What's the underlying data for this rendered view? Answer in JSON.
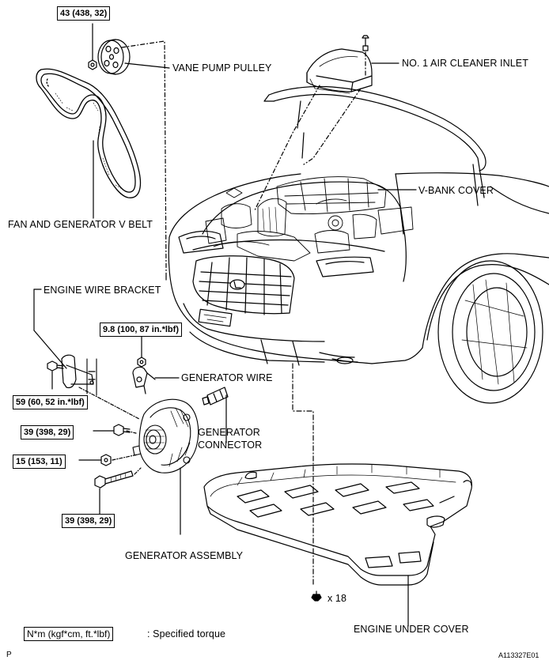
{
  "labels": {
    "vane_pump_pulley": "VANE PUMP PULLEY",
    "air_cleaner_inlet": "NO. 1 AIR CLEANER INLET",
    "v_bank_cover": "V-BANK COVER",
    "fan_generator_belt": "FAN AND GENERATOR V BELT",
    "engine_wire_bracket": "ENGINE WIRE BRACKET",
    "generator_wire": "GENERATOR WIRE",
    "generator_connector_line1": "GENERATOR",
    "generator_connector_line2": "CONNECTOR",
    "generator_assembly": "GENERATOR ASSEMBLY",
    "engine_under_cover": "ENGINE UNDER COVER",
    "bolt_count": "x 18"
  },
  "torques": {
    "pulley_nut": "43 (438, 32)",
    "generator_wire_nut": "9.8 (100, 87 in.*lbf)",
    "bracket_bolt": "59 (60, 52 in.*lbf)",
    "gen_bolt_upper": "39 (398, 29)",
    "gen_nut": "15 (153, 11)",
    "gen_bolt_lower": "39 (398, 29)"
  },
  "legend": {
    "unit_box": "N*m (kgf*cm, ft.*lbf)",
    "unit_desc": ": Specified torque"
  },
  "footer": {
    "page_letter": "P",
    "figure_id": "A113327E01"
  }
}
